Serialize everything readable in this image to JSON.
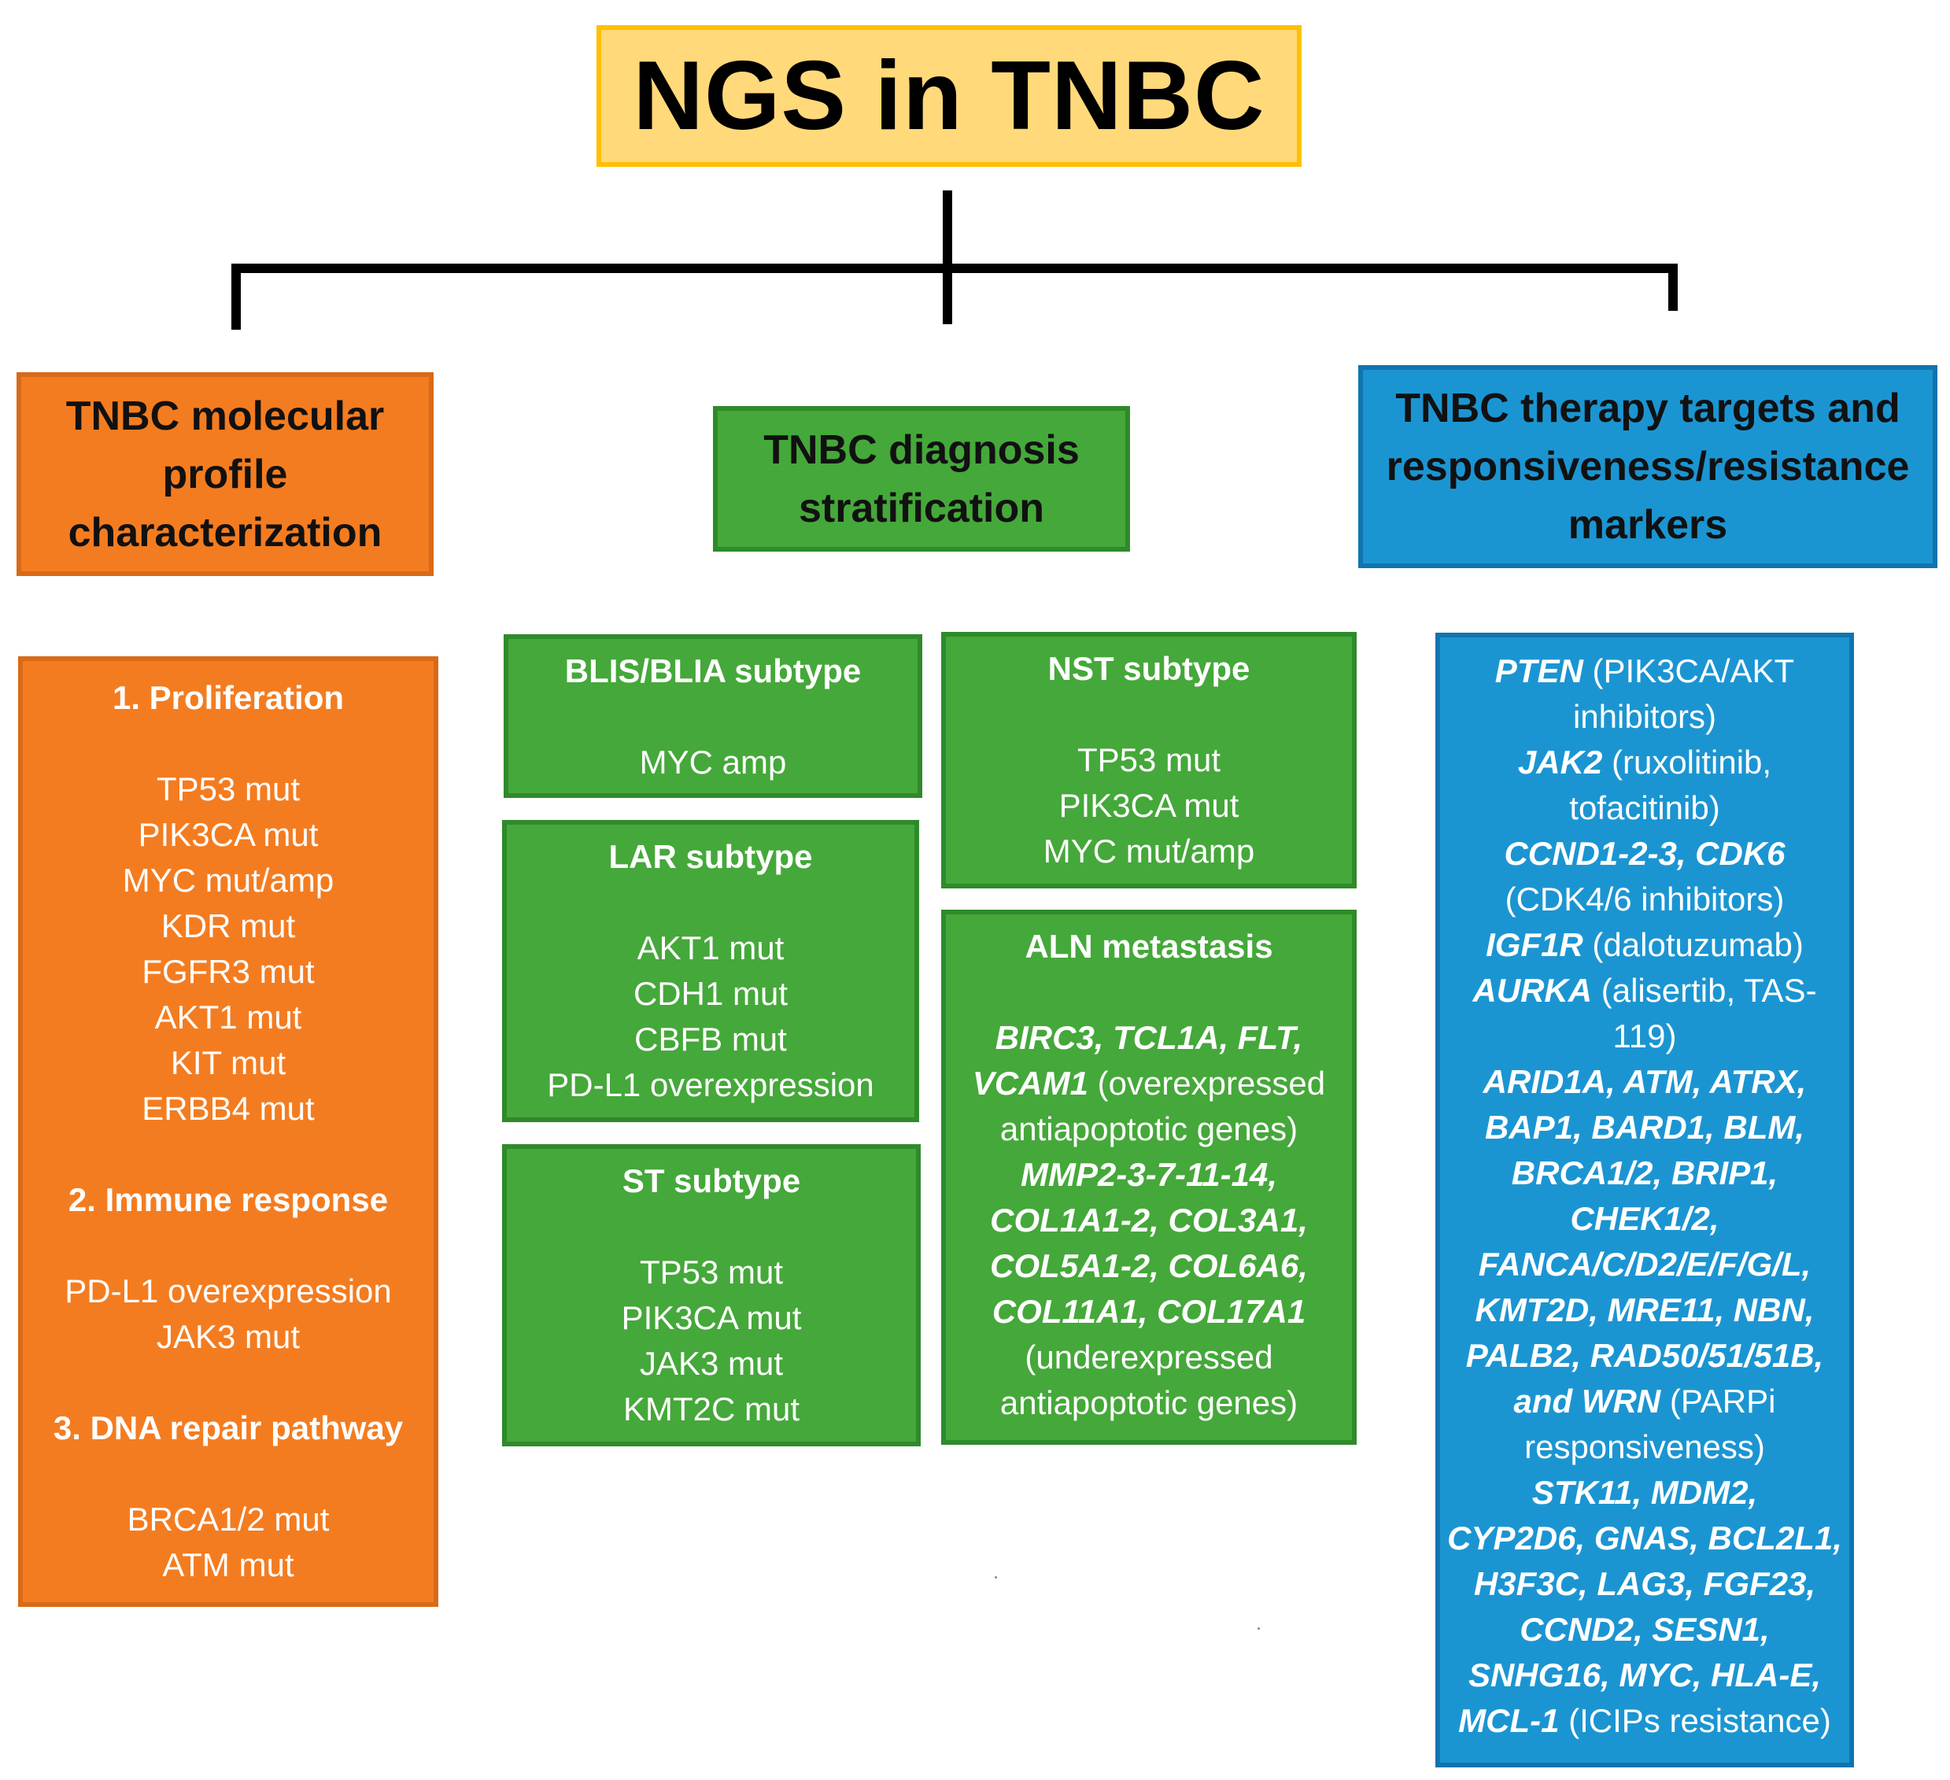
{
  "title": "NGS in TNBC",
  "branches": {
    "left": "TNBC molecular profile characterization",
    "middle": "TNBC diagnosis stratification",
    "right": "TNBC therapy targets and responsiveness/resistance markers"
  },
  "molecular_profile": {
    "proliferation": {
      "heading": "1. Proliferation",
      "items": [
        "TP53 mut",
        "PIK3CA mut",
        "MYC mut/amp",
        "KDR mut",
        "FGFR3 mut",
        "AKT1 mut",
        "KIT mut",
        "ERBB4 mut"
      ]
    },
    "immune": {
      "heading": "2. Immune response",
      "items": [
        "PD-L1 overexpression",
        "JAK3 mut"
      ]
    },
    "dna_repair": {
      "heading": "3. DNA repair pathway",
      "items": [
        "BRCA1/2 mut",
        "ATM mut"
      ]
    }
  },
  "subtypes": {
    "blis": {
      "heading": "BLIS/BLIA subtype",
      "items": [
        "MYC amp"
      ]
    },
    "lar": {
      "heading": "LAR subtype",
      "items": [
        "AKT1 mut",
        "CDH1 mut",
        "CBFB mut",
        "PD-L1 overexpression"
      ]
    },
    "st": {
      "heading": "ST subtype",
      "items": [
        "TP53 mut",
        "PIK3CA mut",
        "JAK3 mut",
        "KMT2C mut"
      ]
    },
    "nst": {
      "heading": "NST subtype",
      "items": [
        "TP53 mut",
        "PIK3CA mut",
        "MYC mut/amp"
      ]
    },
    "aln": {
      "heading": "ALN metastasis",
      "lines": {
        "l1": "BIRC3, TCL1A, FLT,",
        "l2_bold": "VCAM1",
        "l2_rest": " (overexpressed",
        "l3": "antiapoptotic genes)",
        "l4": "MMP2-3-7-11-14,",
        "l5": "COL1A1-2, COL3A1,",
        "l6": "COL5A1-2, COL6A6,",
        "l7": "COL11A1, COL17A1",
        "l8": "(underexpressed",
        "l9": "antiapoptotic genes)"
      }
    }
  },
  "therapy": {
    "pten": {
      "gene": "PTEN",
      "note1": " (PIK3CA/AKT",
      "note2": "inhibitors)"
    },
    "jak2": {
      "gene": "JAK2",
      "note1": " (ruxolitinib,",
      "note2": "tofacitinib)"
    },
    "ccnd": {
      "gene": "CCND1-2-3, CDK6",
      "note": "(CDK4/6 inhibitors)"
    },
    "igf1r": {
      "gene": "IGF1R",
      "note": " (dalotuzumab)"
    },
    "aurka": {
      "gene": "AURKA",
      "note1": " (alisertib, TAS-",
      "note2": "119)"
    },
    "parp": {
      "lines": [
        "ARID1A, ATM, ATRX,",
        "BAP1, BARD1, BLM,",
        "BRCA1/2, BRIP1,",
        "CHEK1/2,",
        "FANCA/C/D2/E/F/G/L,",
        "KMT2D, MRE11, NBN,",
        "PALB2, RAD50/51/51B,"
      ],
      "last_bold": "and WRN",
      "last_note": " (PARPi",
      "note2": "responsiveness)"
    },
    "icip": {
      "lines": [
        "STK11, MDM2,",
        "CYP2D6, GNAS, BCL2L1,",
        "H3F3C, LAG3, FGF23,",
        "CCND2, SESN1,",
        "SNHG16, MYC, HLA-E,"
      ],
      "last_bold": "MCL-1",
      "last_note": " (ICIPs resistance)"
    }
  }
}
